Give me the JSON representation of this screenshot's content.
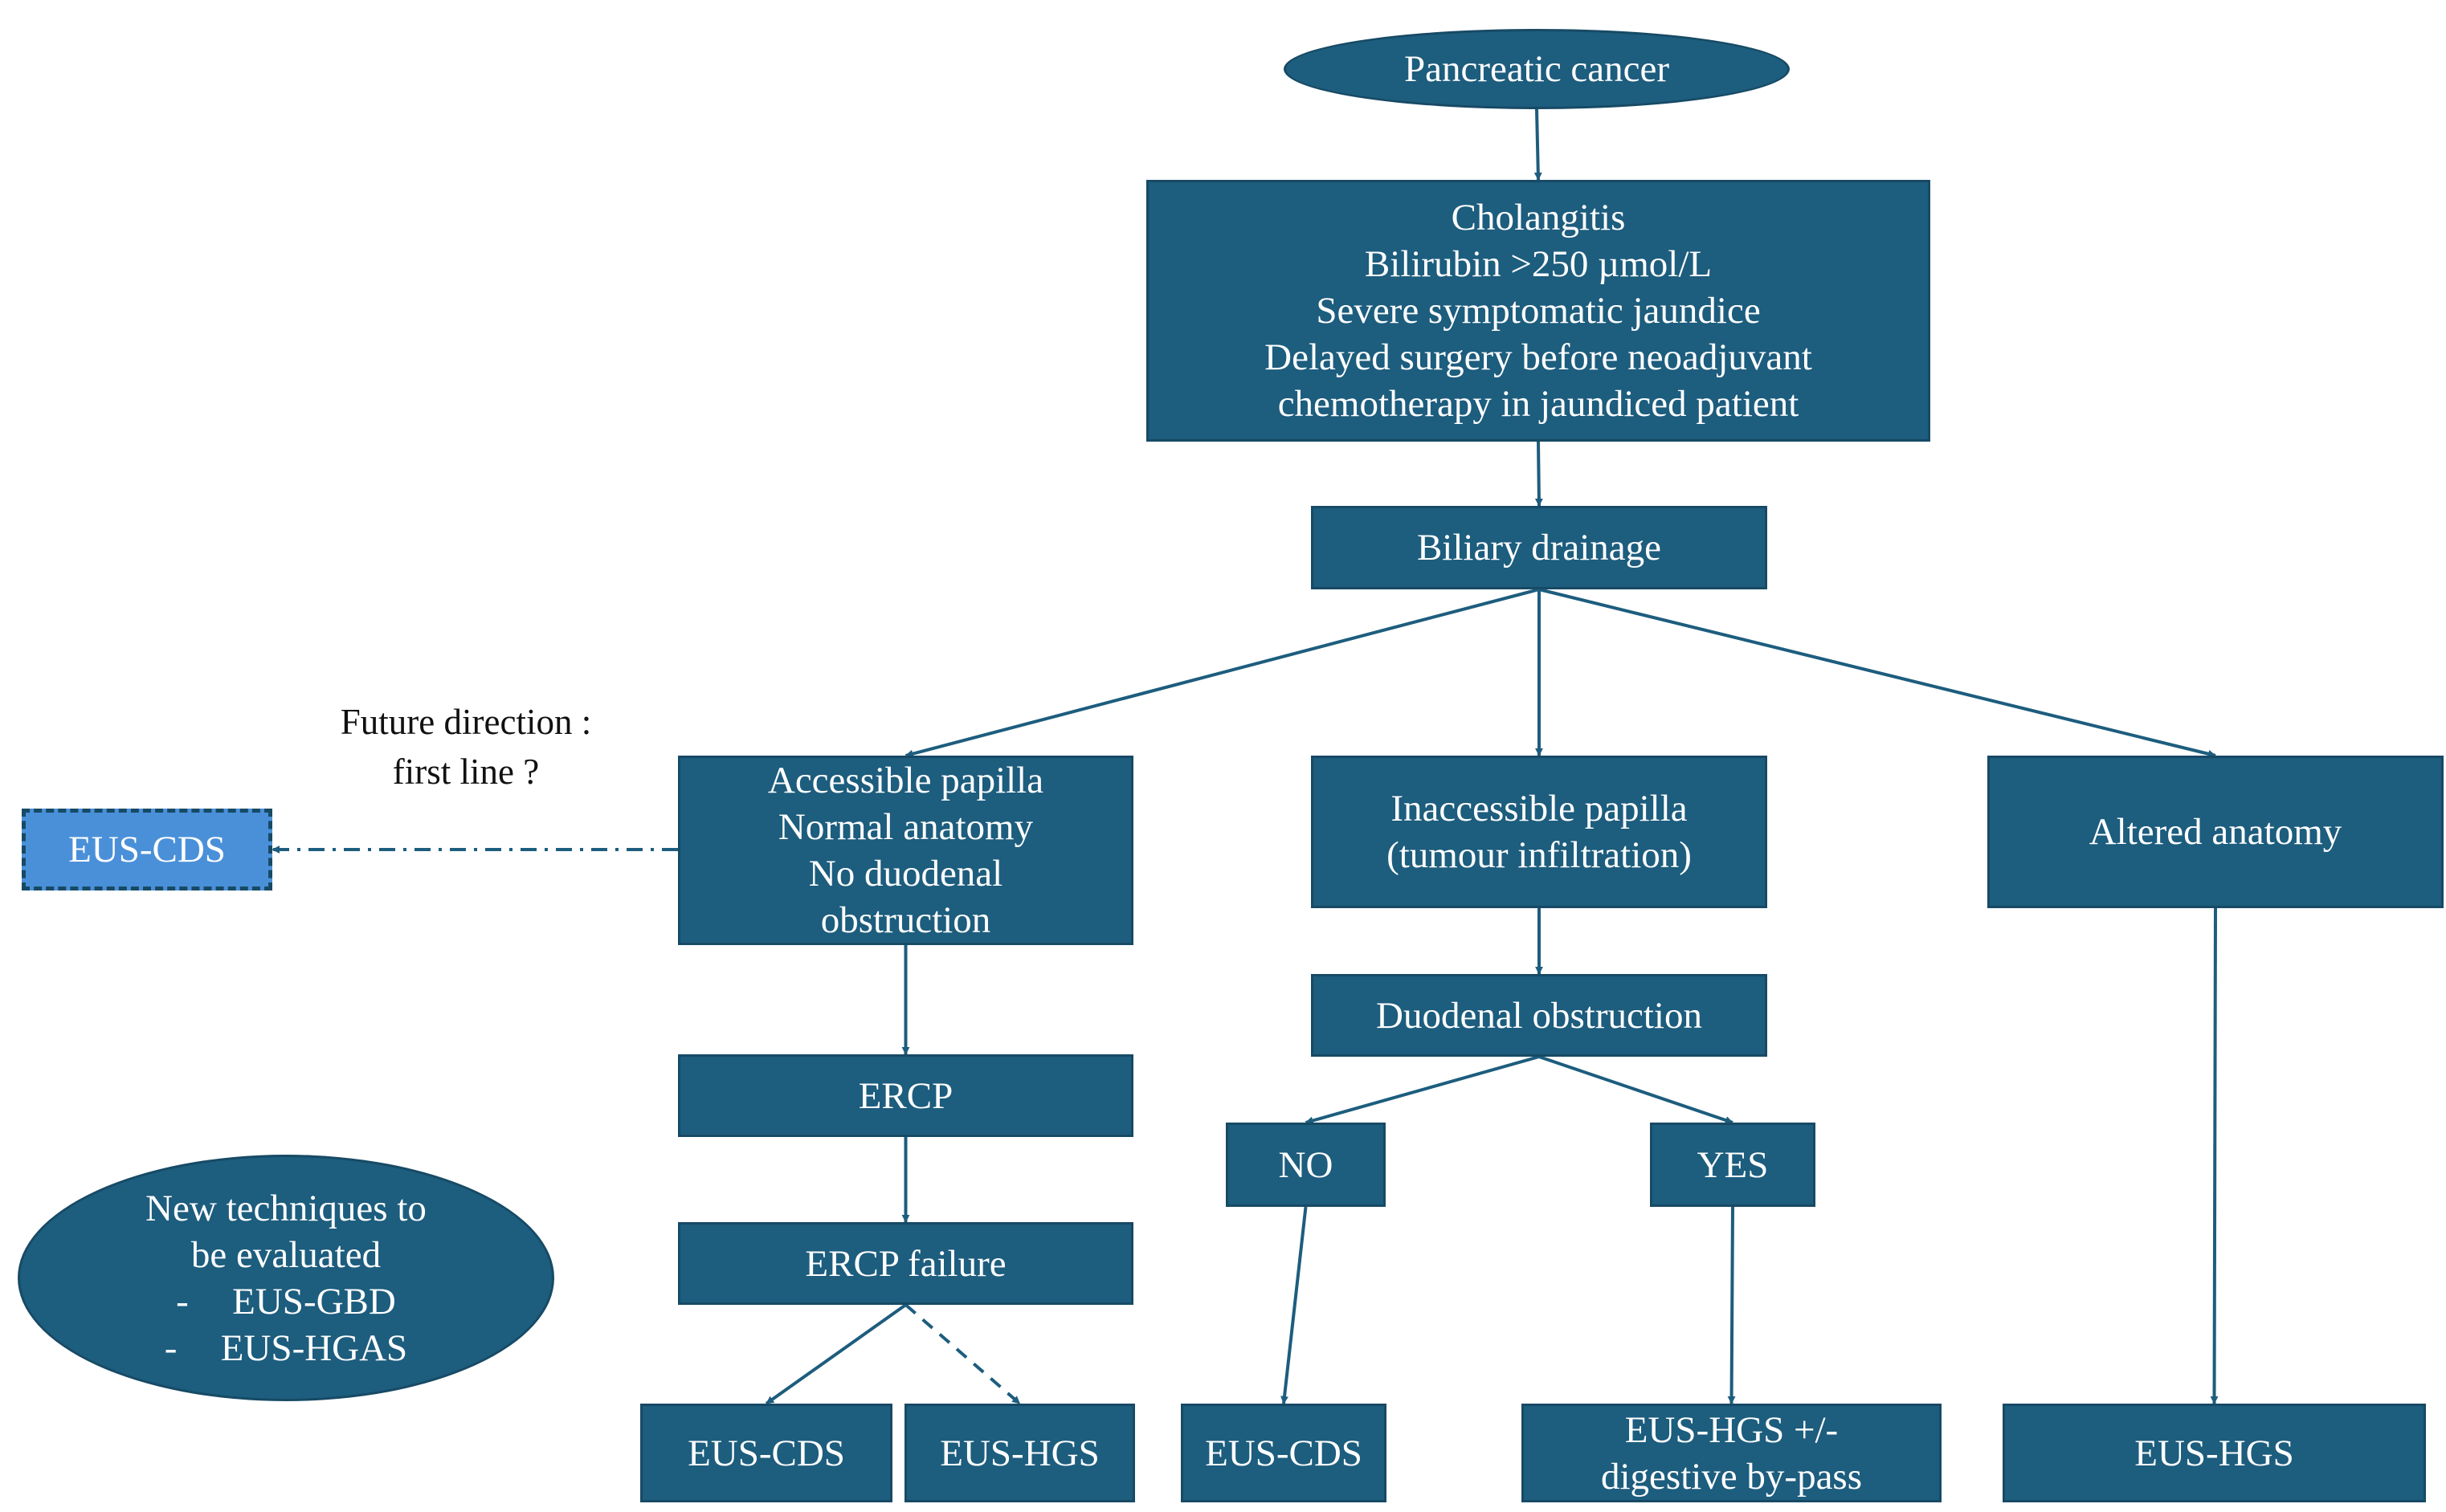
{
  "diagram": {
    "colors": {
      "box": "#1d5d7e",
      "box_border": "#174a65",
      "highlight": "#4a90d9",
      "arrow": "#1d5d7e",
      "text": "#ffffff"
    },
    "nodes": {
      "pancreatic_cancer": {
        "lines": [
          "Pancreatic cancer"
        ]
      },
      "criteria": {
        "lines": [
          "Cholangitis",
          "Bilirubin >250 µmol/L",
          "Severe symptomatic jaundice",
          "Delayed surgery before neoadjuvant",
          "chemotherapy in jaundiced patient"
        ]
      },
      "biliary_drainage": {
        "lines": [
          "Biliary drainage"
        ]
      },
      "accessible_papilla": {
        "lines": [
          "Accessible papilla",
          "Normal anatomy",
          "No duodenal",
          "obstruction"
        ]
      },
      "inaccessible_papilla": {
        "lines": [
          "Inaccessible papilla",
          "(tumour infiltration)"
        ]
      },
      "altered_anatomy": {
        "lines": [
          "Altered anatomy"
        ]
      },
      "future_cds": {
        "lines": [
          "EUS-CDS"
        ]
      },
      "ercp": {
        "lines": [
          "ERCP"
        ]
      },
      "ercp_failure": {
        "lines": [
          "ERCP failure"
        ]
      },
      "duodenal_obstruction": {
        "lines": [
          "Duodenal obstruction"
        ]
      },
      "no": {
        "lines": [
          "NO"
        ]
      },
      "yes": {
        "lines": [
          "YES"
        ]
      },
      "leaf_cds_1": {
        "lines": [
          "EUS-CDS"
        ]
      },
      "leaf_hgs_1": {
        "lines": [
          "EUS-HGS"
        ]
      },
      "leaf_cds_2": {
        "lines": [
          "EUS-CDS"
        ]
      },
      "leaf_hgs_bypass": {
        "lines": [
          "EUS-HGS +/-",
          "digestive by-pass"
        ]
      },
      "leaf_hgs_2": {
        "lines": [
          "EUS-HGS"
        ]
      }
    },
    "future_direction_label": {
      "lines": [
        "Future direction :",
        "first line ?"
      ]
    },
    "new_techniques": {
      "lines": [
        "New techniques to",
        "be evaluated"
      ],
      "bullets": [
        {
          "marker": "-",
          "text": "EUS-GBD"
        },
        {
          "marker": "-",
          "text": "EUS-HGAS"
        }
      ]
    },
    "edges": [
      {
        "from": "pancreatic_cancer",
        "to": "criteria",
        "style": "solid"
      },
      {
        "from": "criteria",
        "to": "biliary_drainage",
        "style": "solid"
      },
      {
        "from": "biliary_drainage",
        "to": "accessible_papilla",
        "style": "solid"
      },
      {
        "from": "biliary_drainage",
        "to": "inaccessible_papilla",
        "style": "solid"
      },
      {
        "from": "biliary_drainage",
        "to": "altered_anatomy",
        "style": "solid"
      },
      {
        "from": "accessible_papilla",
        "to": "future_cds",
        "style": "dashdot"
      },
      {
        "from": "accessible_papilla",
        "to": "ercp",
        "style": "solid"
      },
      {
        "from": "ercp",
        "to": "ercp_failure",
        "style": "solid"
      },
      {
        "from": "ercp_failure",
        "to": "leaf_cds_1",
        "style": "solid"
      },
      {
        "from": "ercp_failure",
        "to": "leaf_hgs_1",
        "style": "dashed"
      },
      {
        "from": "inaccessible_papilla",
        "to": "duodenal_obstruction",
        "style": "solid"
      },
      {
        "from": "duodenal_obstruction",
        "to": "no",
        "style": "solid"
      },
      {
        "from": "duodenal_obstruction",
        "to": "yes",
        "style": "solid"
      },
      {
        "from": "no",
        "to": "leaf_cds_2",
        "style": "solid"
      },
      {
        "from": "yes",
        "to": "leaf_hgs_bypass",
        "style": "solid"
      },
      {
        "from": "altered_anatomy",
        "to": "leaf_hgs_2",
        "style": "solid"
      }
    ]
  }
}
